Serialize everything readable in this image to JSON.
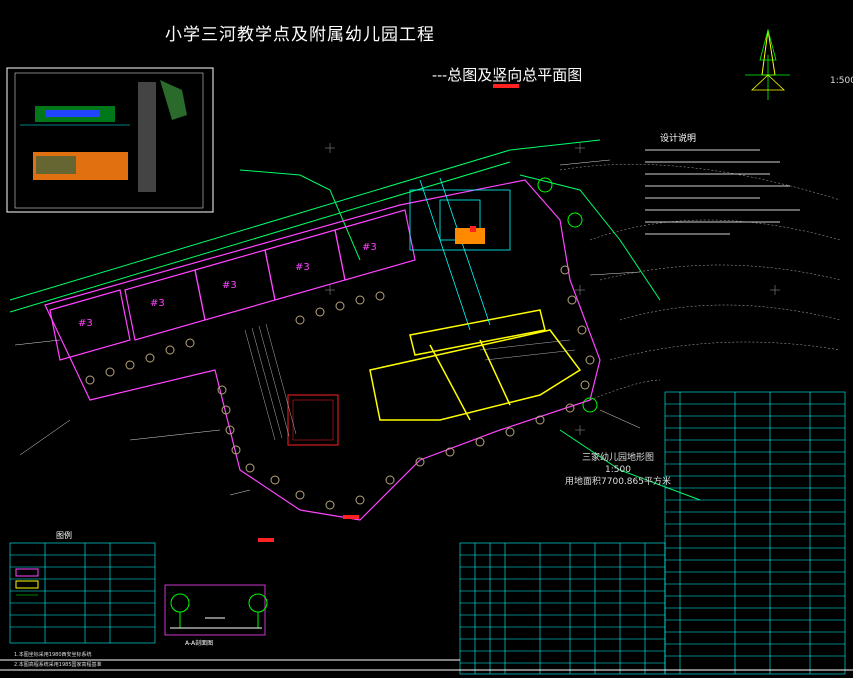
{
  "title": {
    "main": "小学三河教学点及附属幼儿园工程",
    "sub": "---总图及竖向总平面图"
  },
  "scale_top_right": "1:500",
  "notes_title": "设计说明",
  "building_labels": [
    "#3",
    "#3",
    "#3",
    "#3",
    "#3"
  ],
  "area_caption": {
    "line1": "三家幼儿园地形图",
    "line2": "1:500",
    "line3": "用地面积7700.865平方米"
  },
  "legend_title": "图例",
  "section_caption": "A-A剖面图",
  "bottom_notes": [
    "1.本图坐标采用1980西安坐标系统",
    "2.本图高程系统采用1985国家高程基准"
  ],
  "colors": {
    "background": "#000000",
    "site_boundary": "#ff44ff",
    "building": "#ffff00",
    "road": "#00ff66",
    "table": "#00ffff",
    "trees": "#b8a57a",
    "red_marks": "#ff2222"
  }
}
